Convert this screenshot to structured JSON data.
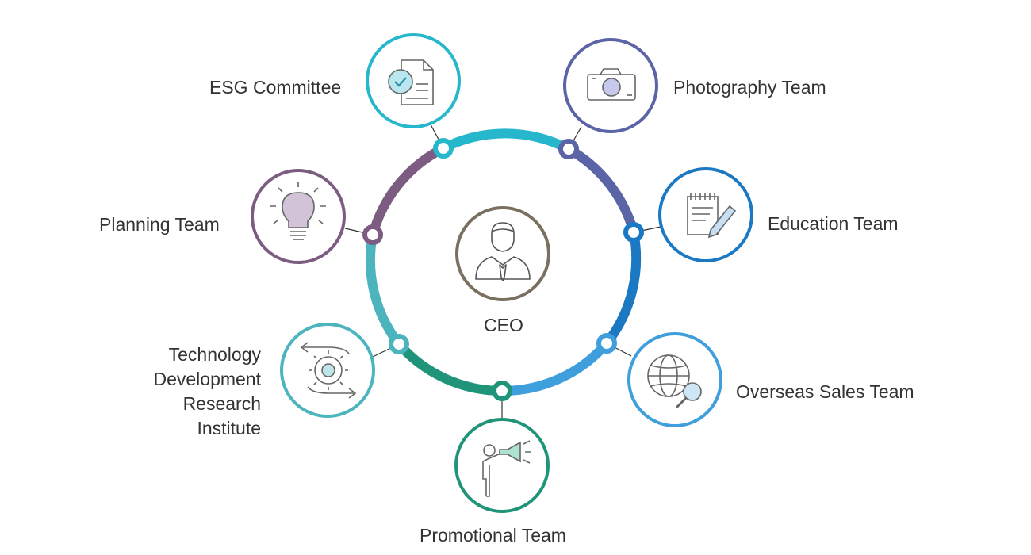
{
  "center": {
    "label": "CEO",
    "color": "#79705f",
    "icon": "businessman-icon"
  },
  "nodes": [
    {
      "key": "esg",
      "label": "ESG Committee",
      "color": "#27b7cc",
      "icon": "checklist-document-icon"
    },
    {
      "key": "photo",
      "label": "Photography Team",
      "color": "#5a64a6",
      "icon": "camera-icon"
    },
    {
      "key": "edu",
      "label": "Education Team",
      "color": "#1b78c2",
      "icon": "notepad-pencil-icon"
    },
    {
      "key": "sales",
      "label": "Overseas Sales Team",
      "color": "#3e9fdc",
      "icon": "globe-search-icon"
    },
    {
      "key": "promo",
      "label": "Promotional Team",
      "color": "#1f9478",
      "icon": "megaphone-person-icon"
    },
    {
      "key": "tech",
      "label_lines": [
        "Technology",
        "Development",
        "Research",
        "Institute"
      ],
      "color": "#4cb4bd",
      "icon": "gear-cycle-icon"
    },
    {
      "key": "plan",
      "label": "Planning Team",
      "color": "#7d5c82",
      "icon": "light-bulb-icon"
    }
  ]
}
